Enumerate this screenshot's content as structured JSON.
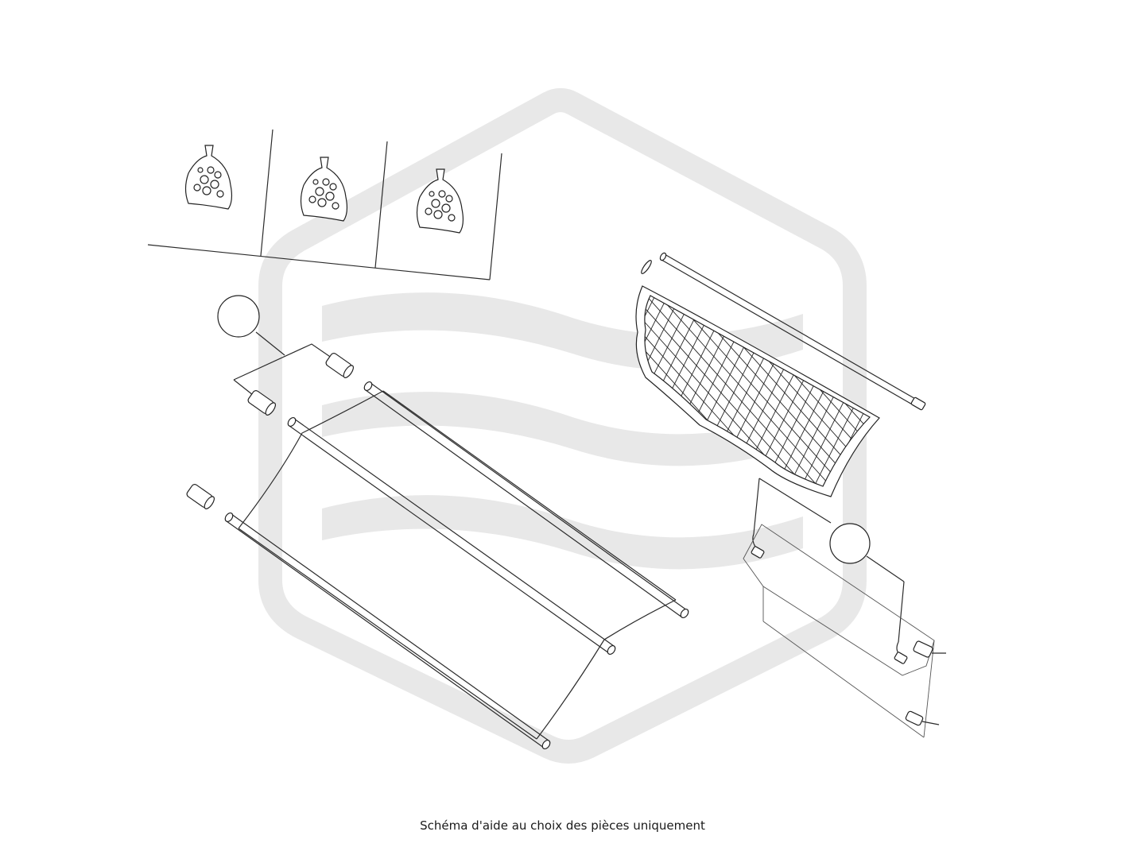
{
  "caption": "Schéma d'aide au choix des pièces uniquement",
  "colors": {
    "watermark": "#e8e8e8",
    "line": "#2b2b2b",
    "background": "#ffffff"
  },
  "parts": [
    {
      "name": "hardware-bag",
      "count": 3
    },
    {
      "name": "end-cap",
      "count": 3
    },
    {
      "name": "roller-blind-cover",
      "count": 1
    },
    {
      "name": "cargo-net",
      "count": 1
    },
    {
      "name": "net-bar",
      "count": 1
    },
    {
      "name": "mounting-hook",
      "count": 2
    },
    {
      "name": "mounting-bracket",
      "count": 2
    }
  ]
}
